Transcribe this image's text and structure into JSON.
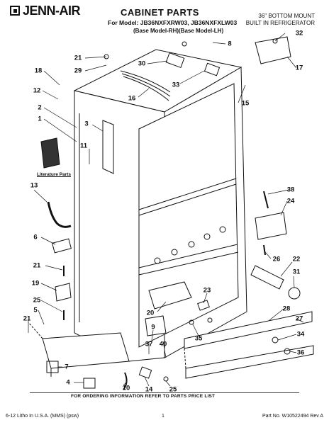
{
  "header": {
    "brand": "JENN-AIR",
    "title": "CABINET PARTS",
    "subtitle": "For Model: JB36NXFXRW03, JB36NXFXLW03",
    "subtitle2": "(Base Model-RH)(Base Model-LH)",
    "mount_line1": "36\" BOTTOM MOUNT",
    "mount_line2": "BUILT IN REFRIGERATOR"
  },
  "labels": {
    "literature": "Literature Parts"
  },
  "footer": {
    "order_note": "FOR ORDERING INFORMATION REFER TO PARTS PRICE LIST",
    "litho": "6-12 Litho In U.S.A. (MMS) (psw)",
    "page": "1",
    "part_no": "Part No. W10522494 Rev A"
  },
  "callouts": [
    "32",
    "8",
    "17",
    "21",
    "29",
    "30",
    "33",
    "18",
    "16",
    "12",
    "15",
    "2",
    "1",
    "3",
    "11",
    "13",
    "38",
    "24",
    "6",
    "26",
    "22",
    "21",
    "31",
    "19",
    "25",
    "23",
    "20",
    "28",
    "27",
    "5",
    "9",
    "21",
    "35",
    "34",
    "37",
    "40",
    "36",
    "7",
    "4",
    "10",
    "14",
    "25"
  ]
}
